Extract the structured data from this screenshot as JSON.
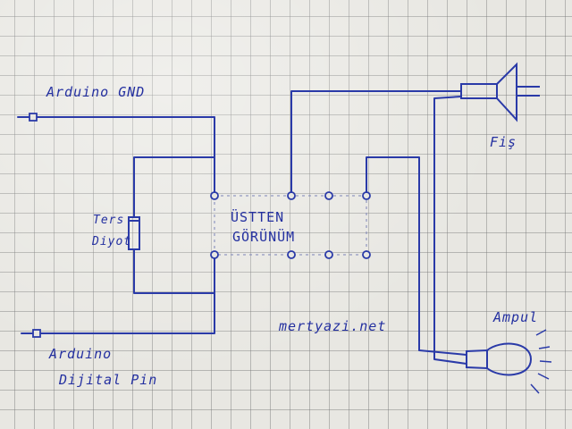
{
  "labels": {
    "arduino_gnd": "Arduino GND",
    "ters": "Ters",
    "diyot": "Diyot",
    "ustten": "ÜSTTEN",
    "gorunum": "GÖRÜNÜM",
    "fis": "Fiş",
    "ampul": "Ampul",
    "site": "mertyazi.net",
    "arduino": "Arduino",
    "dijital_pin": "Dijital Pin"
  },
  "colors": {
    "ink": "#2a3aa8",
    "paper": "#e8e7e2",
    "grid": "#8a8a8a"
  },
  "icons": {
    "plug": "plug-icon",
    "bulb": "light-bulb-icon",
    "diode": "diode-icon"
  }
}
